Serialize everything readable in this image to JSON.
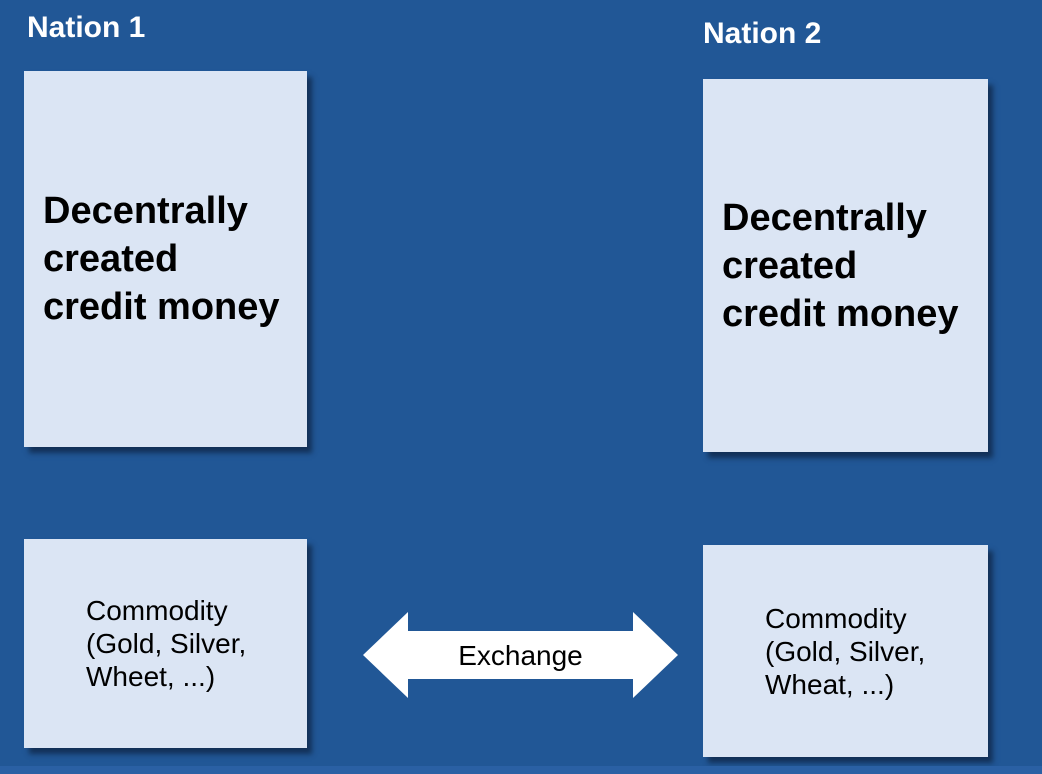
{
  "labels": {
    "nation1": "Nation 1",
    "nation2": "Nation 2",
    "exchange": "Exchange"
  },
  "boxes": {
    "nation1_credit": "Decentrally\ncreated\ncredit money",
    "nation2_credit": "Decentrally\ncreated\ncredit money",
    "nation1_commodity": "Commodity\n(Gold, Silver,\nWheet, ...)",
    "nation2_commodity": "Commodity\n(Gold, Silver,\nWheat, ...)"
  },
  "colors": {
    "background": "#215796",
    "box_fill": "#dbe5f4",
    "box_shadow": "#102a4d",
    "arrow_fill": "#ffffff",
    "text_dark": "#000000",
    "text_light": "#ffffff",
    "bottom_strip": "#2a60a4"
  }
}
